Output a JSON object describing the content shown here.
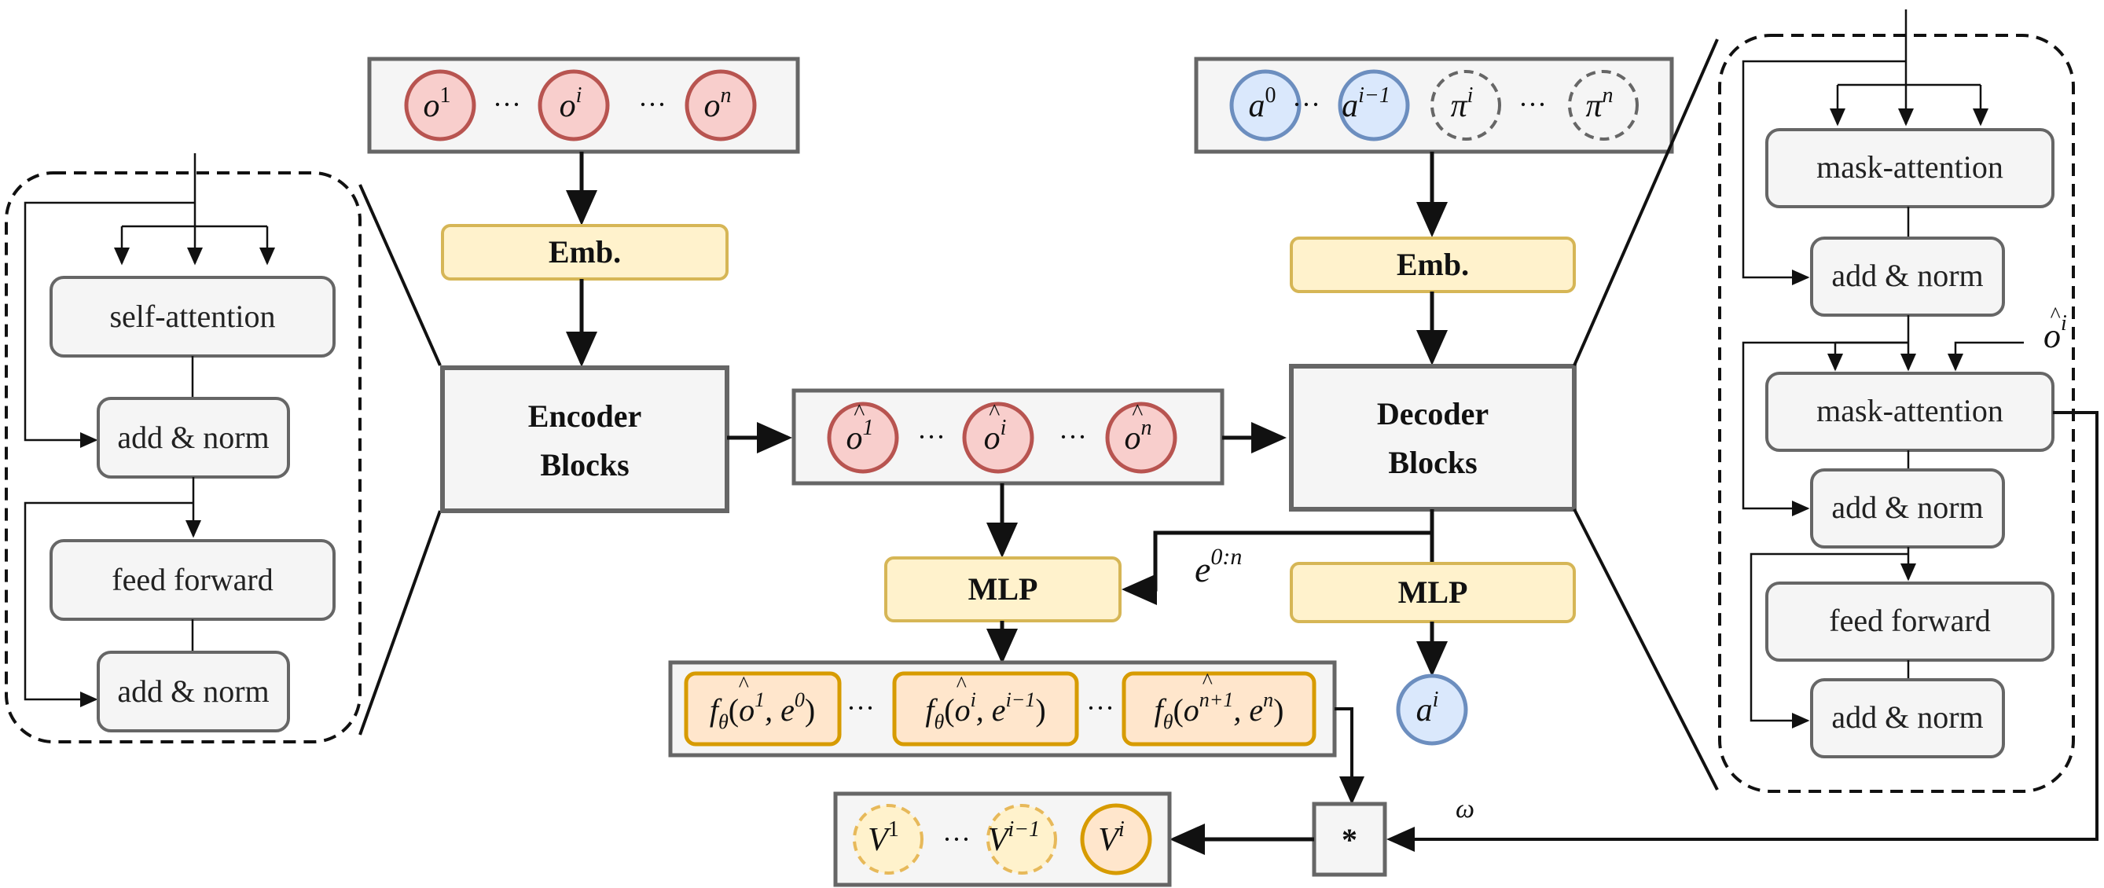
{
  "colors": {
    "gray_fill": "#f5f5f5",
    "gray_stroke": "#666666",
    "yellow_fill": "#fff2cc",
    "yellow_stroke": "#d6b656",
    "red_fill": "#f8cecc",
    "red_stroke": "#b85450",
    "blue_fill": "#dae8fc",
    "blue_stroke": "#6c8ebf",
    "orange_fill": "#ffe6cc",
    "orange_stroke": "#d79b00"
  },
  "encoder_detail": {
    "self_attention": "self-attention",
    "add_norm_1": "add & norm",
    "feed_forward": "feed forward",
    "add_norm_2": "add & norm"
  },
  "decoder_detail": {
    "mask_attention_1": "mask-attention",
    "add_norm_1": "add & norm",
    "mask_attention_2": "mask-attention",
    "add_norm_2": "add & norm",
    "feed_forward": "feed forward",
    "add_norm_3": "add & norm",
    "o_hat_input": {
      "base": "o",
      "sup": "i",
      "hat": "^"
    }
  },
  "encoder": {
    "emb_label": "Emb.",
    "block_line1": "Encoder",
    "block_line2": "Blocks",
    "mlp_label": "MLP"
  },
  "decoder": {
    "emb_label": "Emb.",
    "block_line1": "Decoder",
    "block_line2": "Blocks",
    "mlp_label": "MLP"
  },
  "dots": "···",
  "obs_tokens": [
    {
      "base": "o",
      "sup": "1"
    },
    {
      "base": "o",
      "sup": "i"
    },
    {
      "base": "o",
      "sup": "n"
    }
  ],
  "act_tokens": [
    {
      "base": "a",
      "sup": "0"
    },
    {
      "base": "a",
      "sup": "i−1"
    },
    {
      "base": "π",
      "sup": "i"
    },
    {
      "base": "π",
      "sup": "n"
    }
  ],
  "enc_out_tokens": [
    {
      "base": "o",
      "sup": "1",
      "hat": "^"
    },
    {
      "base": "o",
      "sup": "i",
      "hat": "^"
    },
    {
      "base": "o",
      "sup": "n",
      "hat": "^"
    }
  ],
  "e_label": {
    "base": "e",
    "sup": "0:n"
  },
  "f_tokens": [
    {
      "pre": "f",
      "sub": "θ",
      "open": "(",
      "o": "o",
      "osup": "1",
      "hat": "^",
      "comma": ", e",
      "esup": "0",
      "close": ")"
    },
    {
      "pre": "f",
      "sub": "θ",
      "open": "(",
      "o": "o",
      "osup": "i",
      "hat": "^",
      "comma": ", e",
      "esup": "i−1",
      "close": ")"
    },
    {
      "pre": "f",
      "sub": "θ",
      "open": "(",
      "o": "o",
      "osup": "n+1",
      "hat": "^",
      "comma": ", e",
      "esup": "n",
      "close": ")"
    }
  ],
  "a_output": {
    "base": "a",
    "sup": "i"
  },
  "v_tokens": [
    {
      "base": "V",
      "sup": "1"
    },
    {
      "base": "V",
      "sup": "i−1"
    },
    {
      "base": "V",
      "sup": "i"
    }
  ],
  "multiply_label": "*",
  "omega_label": "ω"
}
